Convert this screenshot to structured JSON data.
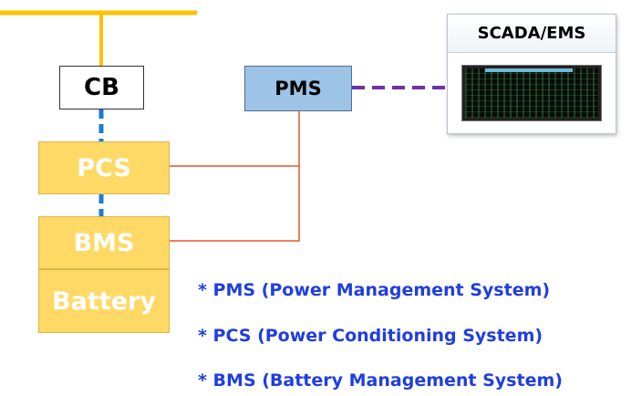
{
  "diagram": {
    "blocks": {
      "cb": "CB",
      "pms": "PMS",
      "pcs": "PCS",
      "bms": "BMS",
      "battery": "Battery"
    },
    "scada": {
      "title": "SCADA/EMS",
      "screen_icon": "monitor-screen-icon"
    },
    "legend": [
      "* PMS (Power Management System)",
      "* PCS (Power Conditioning System)",
      "* BMS (Battery Management System)"
    ],
    "colors": {
      "bus": "#ffc000",
      "power_link": "#1f7bd0",
      "control_link": "#e8542a",
      "scada_link": "#7030a0",
      "block_yellow": "#ffd966",
      "pms_blue": "#9dc3e6",
      "legend_text": "#1f3ee0"
    }
  }
}
